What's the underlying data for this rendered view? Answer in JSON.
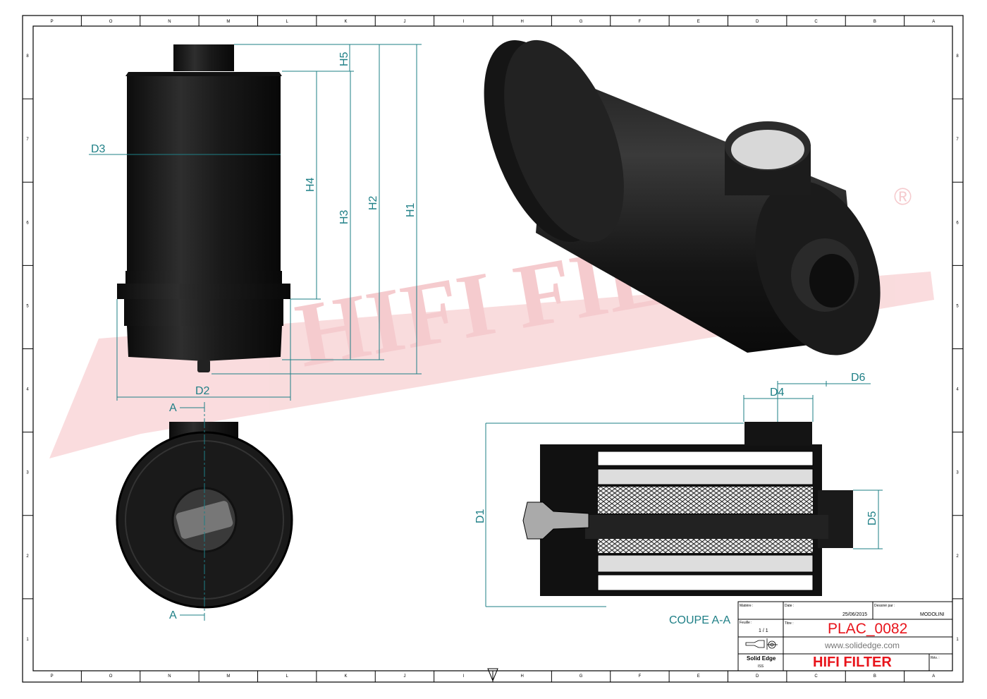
{
  "zones": {
    "columns": [
      "P",
      "O",
      "N",
      "M",
      "L",
      "K",
      "J",
      "I",
      "H",
      "G",
      "F",
      "E",
      "D",
      "C",
      "B",
      "A"
    ],
    "rows": [
      "8",
      "7",
      "6",
      "5",
      "4",
      "3",
      "2",
      "1"
    ]
  },
  "dimensions": {
    "h5": "H5",
    "h4": "H4",
    "h3": "H3",
    "h2": "H2",
    "h1": "H1",
    "d3": "D3",
    "d2": "D2",
    "d1": "D1",
    "d4": "D4",
    "d6": "D6",
    "d5": "D5",
    "section_mark": "A",
    "section_title": "COUPE A-A"
  },
  "watermark": {
    "text": "HIFI FILTER",
    "registered": "®"
  },
  "title_block": {
    "material_label": "Matière :",
    "date_label": "Date :",
    "date": "25/06/2015",
    "drawn_by_label": "Dessiné par :",
    "drawn_by": "MODOLINI",
    "sheet_label": "Feuille :",
    "sheet": "1 / 1",
    "title_label": "Titre :",
    "title": "PLAC_0082",
    "website": "www.solidedge.com",
    "software": "Solid Edge",
    "software_sub": "ISS",
    "company": "HIFI FILTER",
    "rev_label": "Rév. :"
  },
  "colors": {
    "dimension": "#1e7f86",
    "title_red": "#e8141b",
    "watermark": "#f6c9cc"
  }
}
